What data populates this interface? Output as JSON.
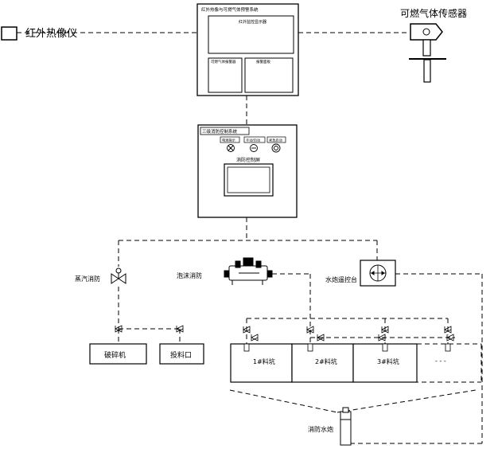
{
  "labels": {
    "ir_camera": "红外热像仪",
    "gas_sensor": "可燃气体传感器",
    "monitor_title": "红外热像与可燃气体预警系统",
    "monitor_panel_top": "红外监控显示器",
    "monitor_panel_left": "可燃气体报警器",
    "monitor_panel_right": "报警面板",
    "control_title": "三级消防控制系统",
    "btn_power": "电源指示",
    "btn_manual_auto": "手动/自动",
    "btn_emergency": "紧急启动",
    "control_screen": "消防控制屏",
    "steam_fire": "蒸汽消防",
    "foam_fire": "泡沫消防",
    "cannon_remote": "水炮遥控台",
    "crusher": "破碎机",
    "feed_port": "投料口",
    "pit1": "1#料坑",
    "pit2": "2#料坑",
    "pit3": "3#料坑",
    "pit_more": "- - -",
    "water_cannon": "消防水炮"
  }
}
